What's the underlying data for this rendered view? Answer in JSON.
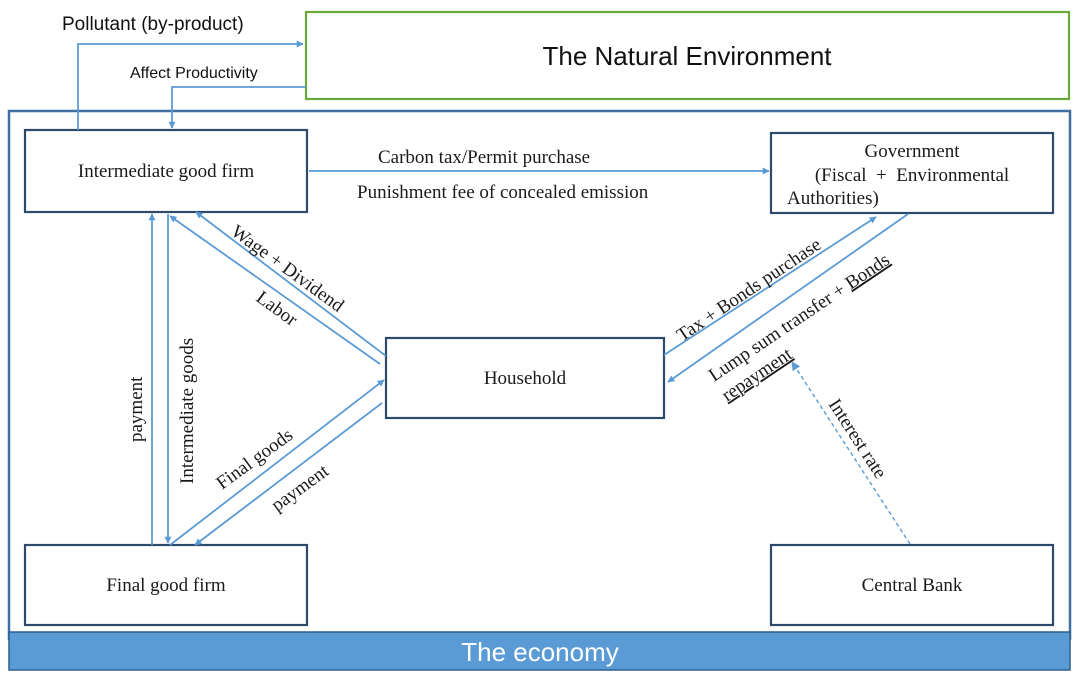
{
  "colors": {
    "arrow": "#5b9bd5",
    "box_border": "#2e4a6b",
    "environment_border": "#6aaa3a",
    "economy_bar": "#5b9bd5",
    "economy_text": "#ffffff"
  },
  "nodes": {
    "environment": "The Natural Environment",
    "intermediate_firm": "Intermediate good firm",
    "government": {
      "line1": "Government",
      "line2": "(Fiscal  +  Environmental",
      "line3": "Authorities)"
    },
    "household": "Household",
    "final_firm": "Final good firm",
    "central_bank": "Central Bank",
    "economy": "The economy"
  },
  "edges": {
    "pollutant": "Pollutant (by-product)",
    "affect_productivity": "Affect Productivity",
    "carbon_tax": "Carbon tax/Permit purchase",
    "punishment_fee": "Punishment fee of concealed emission",
    "wage_dividend": "Wage + Dividend",
    "labor": "Labor",
    "payment_left": "payment",
    "intermediate_goods": "Intermediate goods",
    "final_goods": "Final goods",
    "payment_bottom": "payment",
    "tax_bonds": "Tax + Bonds purchase",
    "lump_sum": {
      "prefix": "Lump sum transfer + ",
      "underlined": "Bonds",
      "line2": "repayment"
    },
    "interest_rate": "Interest rate"
  }
}
